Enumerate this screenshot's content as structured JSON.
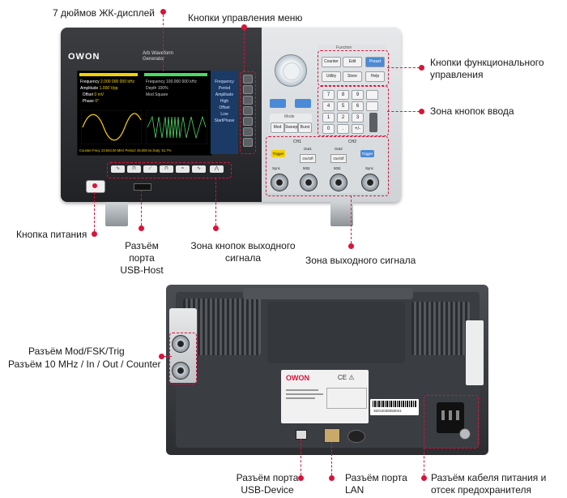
{
  "front_labels": {
    "lcd": "7 дюймов ЖК-дисплей",
    "menu_buttons": "Кнопки управления меню",
    "function_buttons_line1": "Кнопки функционального",
    "function_buttons_line2": "управления",
    "input_zone": "Зона кнопок ввода",
    "power_button": "Кнопка питания",
    "usb_host_line1": "Разъём порта",
    "usb_host_line2": "USB-Host",
    "output_buttons_line1": "Зона кнопок выходного",
    "output_buttons_line2": "сигнала",
    "output_zone": "Зона выходного сигнала"
  },
  "rear_labels": {
    "mod_fsk_trig": "Разъём Mod/FSK/Trig",
    "ten_mhz": "Разъём 10 MHz / In / Out / Counter",
    "usb_device_line1": "Разъём порта",
    "usb_device_line2": "USB-Device",
    "lan_line1": "Разъём порта",
    "lan_line2": "LAN",
    "power_cable_line1": "Разъём кабеля питания и",
    "power_cable_line2": "отсек предохранителя"
  },
  "device_text": {
    "brand": "OWON",
    "model_line1": "Arb Waveform",
    "model_line2": "Generator",
    "function_title": "Function",
    "counter": "Counter",
    "edit": "Edit",
    "preset": "Preset",
    "utility": "Utility",
    "store": "Store",
    "help": "Help",
    "mode": "Mode",
    "mod": "Mod",
    "sweep": "Sweep",
    "burst": "Burst",
    "ch1": "CH1",
    "ch2": "CH2",
    "trigger": "Trigger",
    "out1": "Out1",
    "out2": "Out2",
    "on_off": "On/Off",
    "sync": "Sync",
    "ohm": "50Ω",
    "screen_frequency": "Frequency",
    "screen_freq_value": "2.000 000 000 kHz",
    "screen_amplitude": "Amplitude",
    "screen_amp_value": "1.000 Vpp",
    "screen_offset": "Offset",
    "screen_offset_value": "0 mV",
    "screen_phase": "Phase",
    "screen_phase_value": "0°",
    "screen_ch2_freq": "100.000 000 kHz",
    "screen_depth": "Depth",
    "screen_depth_value": "100%",
    "screen_mod": "Mod",
    "screen_mod_value": "Square",
    "menu_items": [
      "Frequency",
      "Period",
      "Amplitude",
      "High",
      "Offset",
      "Low",
      "StartPhase"
    ],
    "status": "Counter    Freq: 23.943.00 MHz    Period: 45.000 ns    Duty: 51.7%",
    "rear_brand": "OWON",
    "serial": "XDG2035050041"
  },
  "colors": {
    "accent": "#d8143c",
    "screen_yellow": "#f4d000",
    "screen_green": "#4cd964"
  }
}
